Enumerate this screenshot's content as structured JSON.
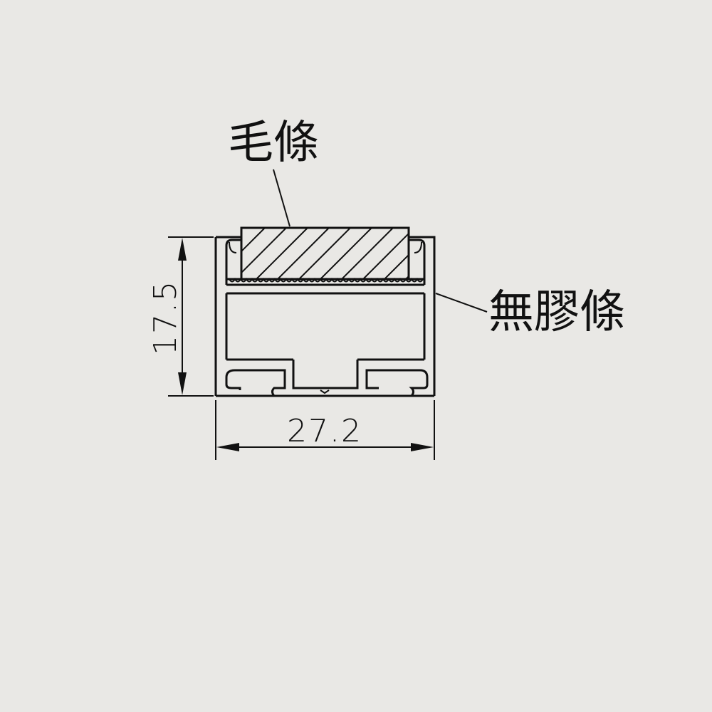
{
  "labels": {
    "brush_strip": "毛條",
    "no_glue_strip": "無膠條"
  },
  "dimensions": {
    "height": "17.5",
    "width": "27.2"
  },
  "colors": {
    "background": "#e9e8e5",
    "line": "#111111"
  }
}
